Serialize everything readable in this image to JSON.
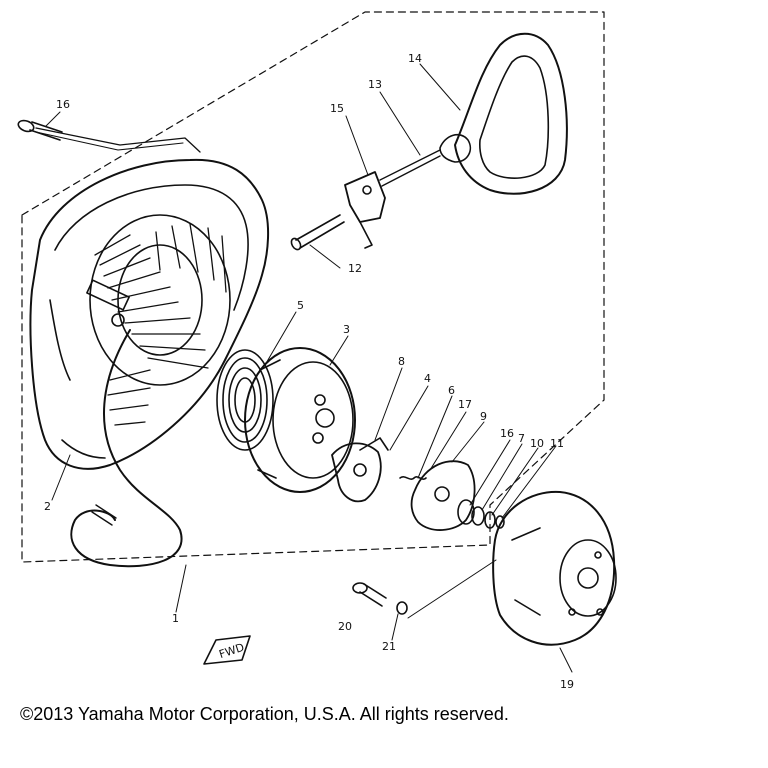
{
  "callouts": {
    "p1": "1",
    "p2": "2",
    "p3": "3",
    "p4": "4",
    "p5": "5",
    "p6": "6",
    "p7": "7",
    "p8": "8",
    "p9": "9",
    "p10": "10",
    "p11": "11",
    "p12": "12",
    "p13": "13",
    "p14": "14",
    "p15": "15",
    "p16a": "16",
    "p16b": "16",
    "p17": "17",
    "p19": "19",
    "p20": "20",
    "p21": "21"
  },
  "direction_marker": "FWD",
  "copyright": "©2013 Yamaha Motor Corporation, U.S.A. All rights reserved.",
  "colors": {
    "line": "#111111",
    "background": "#ffffff"
  }
}
